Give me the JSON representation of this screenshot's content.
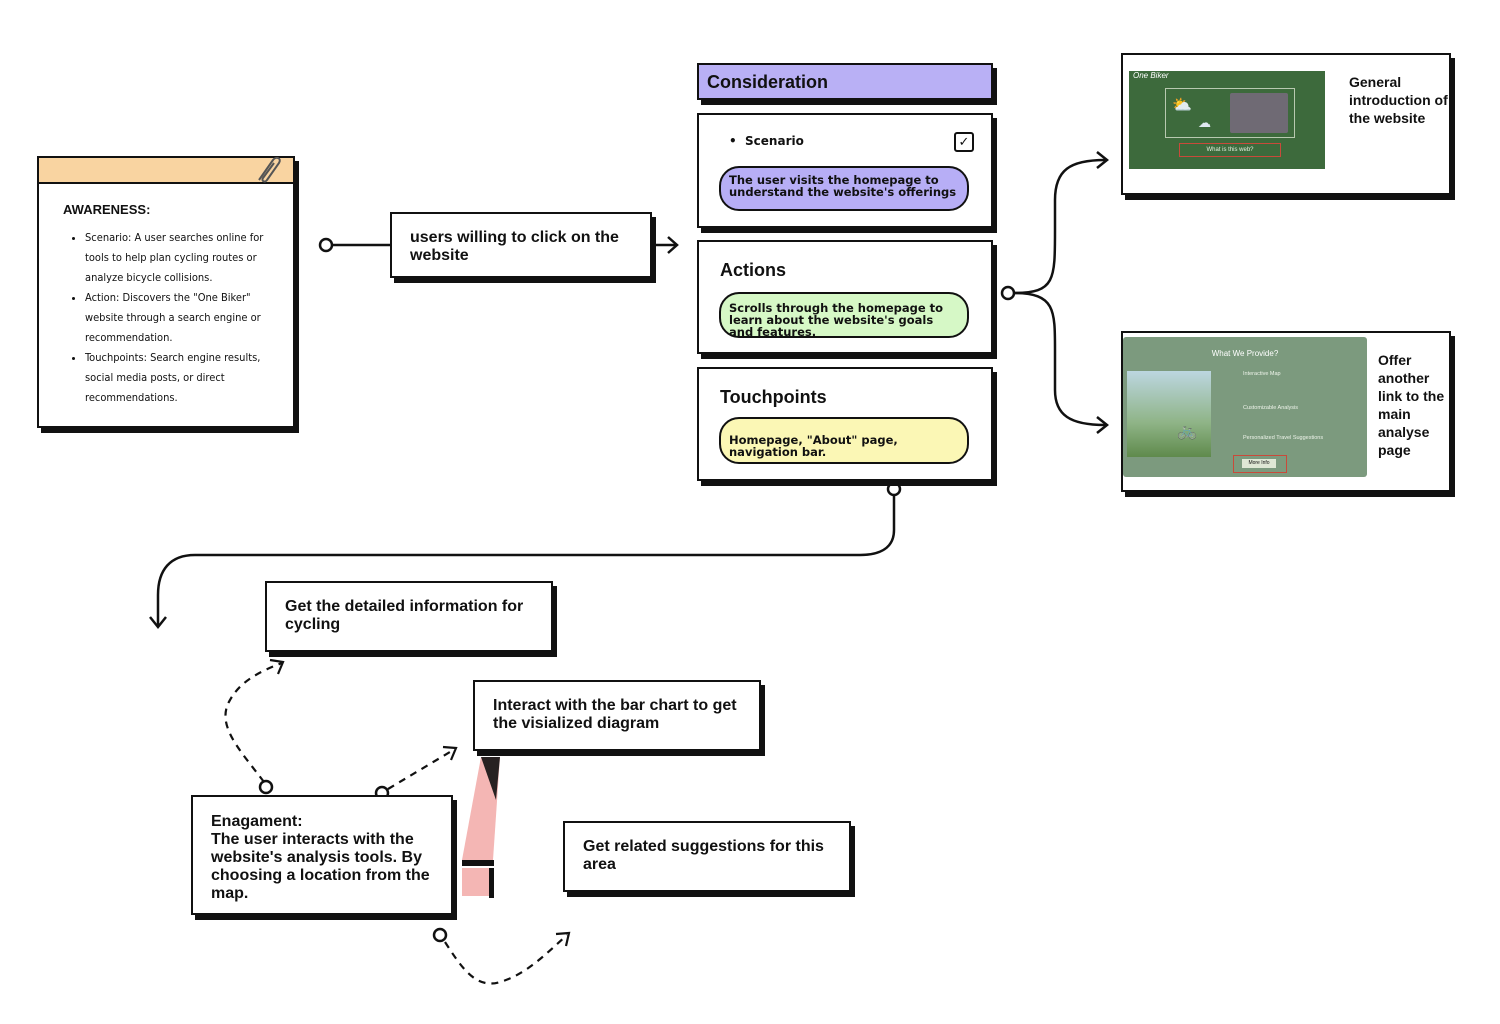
{
  "awareness": {
    "title": "AWARENESS:",
    "items": [
      "Scenario: A user searches online for tools to help plan cycling routes or analyze bicycle collisions.",
      "Action: Discovers the \"One Biker\" website through a search engine or recommendation.",
      "Touchpoints: Search engine results, social media posts, or direct recommendations."
    ]
  },
  "click_box": {
    "text": "users willing to click on the website"
  },
  "consideration": {
    "header": "Consideration",
    "scenario_label": "Scenario",
    "scenario_text": "The user visits the homepage to understand the website's offerings",
    "actions_title": "Actions",
    "actions_text": "Scrolls through the homepage to learn about the website's goals and features.",
    "touchpoints_title": "Touchpoints",
    "touchpoints_text": "Homepage, \"About\" page, navigation bar."
  },
  "right_top": {
    "text": "General introduction of the website",
    "screenshot_title": "One Biker",
    "screenshot_button": "What is this web?"
  },
  "right_bottom": {
    "text": "Offer another link to the main analyse page",
    "screenshot_title": "What We Provide?",
    "features": [
      "Interactive Map",
      "Customizable Analysis",
      "Personalized Travel Suggestions"
    ],
    "button": "More Info"
  },
  "engagement": {
    "text": "Enagament:\nThe user interacts with the website's analysis tools. By choosing a location from the map."
  },
  "outcomes": {
    "detail": "Get the detailed information for cycling",
    "chart": "Interact with the bar chart to get the visialized diagram",
    "suggestions": "Get related suggestions for this area"
  },
  "colors": {
    "header_purple": "#b9b0f5",
    "pill_purple": "#b7aef6",
    "pill_green": "#d6f8c6",
    "pill_yellow": "#fbf7b5",
    "note_orange": "#f9d4a1",
    "pink": "#f4b6b4"
  }
}
